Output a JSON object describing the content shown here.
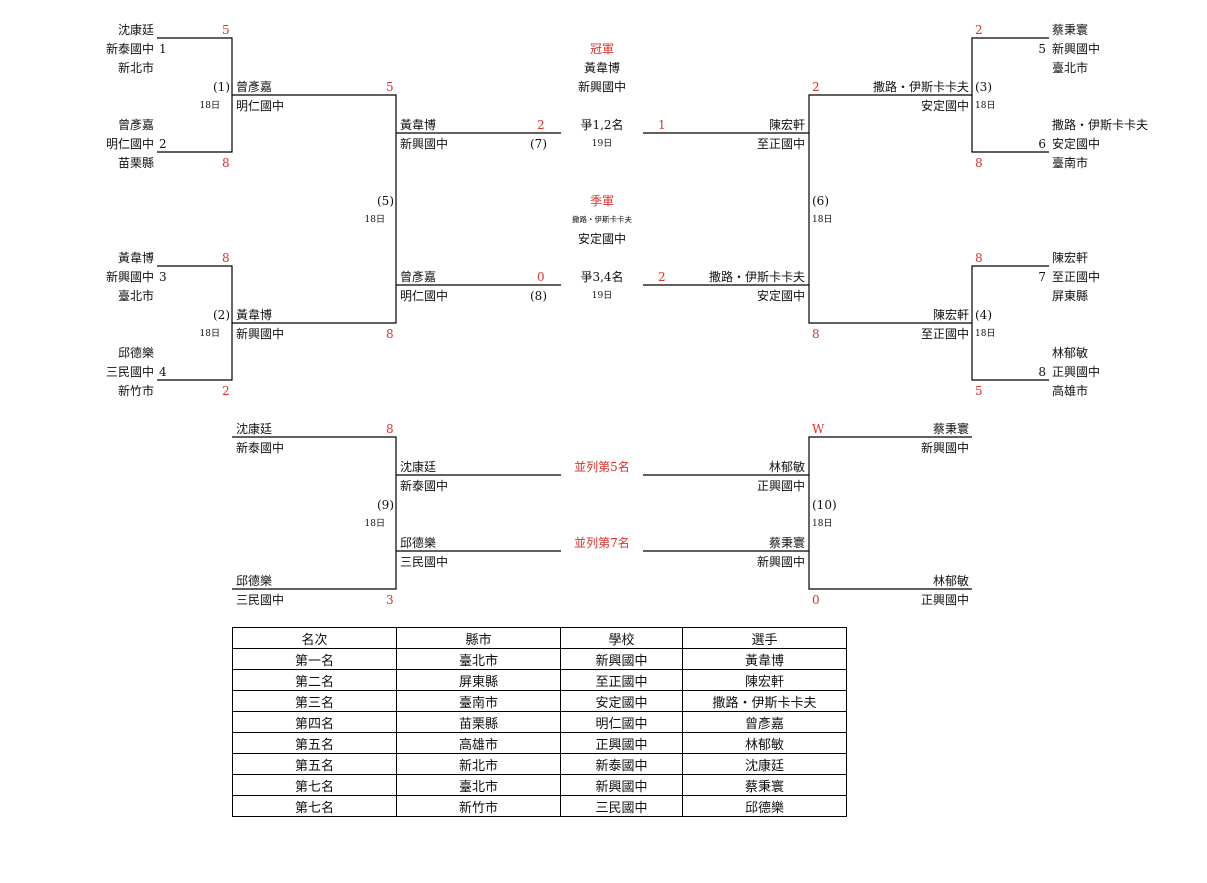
{
  "colors": {
    "line": "#000000",
    "red": "#e0302a"
  },
  "left": {
    "s1": {
      "name": "沈康廷",
      "school": "新泰國中",
      "city": "新北市",
      "seed": "1",
      "score": "5"
    },
    "s2": {
      "name": "曾彥嘉",
      "school": "明仁國中",
      "city": "苗栗縣",
      "seed": "2",
      "score": "8"
    },
    "s3": {
      "name": "黃韋博",
      "school": "新興國中",
      "city": "臺北市",
      "seed": "3",
      "score": "8"
    },
    "s4": {
      "name": "邱德樂",
      "school": "三民國中",
      "city": "新竹市",
      "seed": "4",
      "score": "2"
    },
    "m1": {
      "no": "(1)",
      "day": "18日",
      "name": "曾彥嘉",
      "school": "明仁國中",
      "score": "5"
    },
    "m2": {
      "no": "(2)",
      "day": "18日",
      "name": "黃韋博",
      "school": "新興國中",
      "score": "8"
    },
    "m5": {
      "no": "(5)",
      "day": "18日"
    },
    "f1": {
      "name": "黃韋博",
      "school": "新興國中",
      "score": "2",
      "no": "(7)"
    },
    "f2": {
      "name": "曾彥嘉",
      "school": "明仁國中",
      "score": "0",
      "no": "(8)"
    }
  },
  "right": {
    "s5": {
      "name": "蔡秉寰",
      "school": "新興國中",
      "city": "臺北市",
      "seed": "5",
      "score": "2"
    },
    "s6": {
      "name": "撒路‧伊斯卡卡夫",
      "school": "安定國中",
      "city": "臺南市",
      "seed": "6",
      "score": "8"
    },
    "s7": {
      "name": "陳宏軒",
      "school": "至正國中",
      "city": "屏東縣",
      "seed": "7",
      "score": "8"
    },
    "s8": {
      "name": "林郁敏",
      "school": "正興國中",
      "city": "高雄市",
      "seed": "8",
      "score": "5"
    },
    "m3": {
      "no": "(3)",
      "day": "18日",
      "name": "撒路‧伊斯卡卡夫",
      "school": "安定國中",
      "score": "2"
    },
    "m4": {
      "no": "(4)",
      "day": "18日",
      "name": "陳宏軒",
      "school": "至正國中",
      "score": "8"
    },
    "m6": {
      "no": "(6)",
      "day": "18日"
    },
    "f1": {
      "name": "陳宏軒",
      "school": "至正國中",
      "score": "1"
    },
    "f2": {
      "name": "撒路‧伊斯卡卡夫",
      "school": "安定國中",
      "score": "2"
    }
  },
  "center": {
    "champion_label": "冠軍",
    "champion_name": "黃韋博",
    "champion_school": "新興國中",
    "final_label": "爭1,2名",
    "final_day": "19日",
    "third_label": "季軍",
    "third_name": "撒路‧伊斯卡卡夫",
    "third_school": "安定國中",
    "third_match_label": "爭3,4名",
    "third_match_day": "19日"
  },
  "placement": {
    "m9": {
      "no": "(9)",
      "day": "18日",
      "a_name": "沈康廷",
      "a_school": "新泰國中",
      "a_score": "8",
      "b_name": "邱德樂",
      "b_school": "三民國中",
      "b_score": "3"
    },
    "m10": {
      "no": "(10)",
      "day": "18日",
      "a_name": "蔡秉寰",
      "a_school": "新興國中",
      "a_score": "W",
      "b_name": "林郁敏",
      "b_school": "正興國中",
      "b_score": "0"
    },
    "fifth_label": "並列第5名",
    "seventh_label": "並列第7名",
    "fifth_left_name": "沈康廷",
    "fifth_left_school": "新泰國中",
    "fifth_right_name": "林郁敏",
    "fifth_right_school": "正興國中",
    "seventh_left_name": "邱德樂",
    "seventh_left_school": "三民國中",
    "seventh_right_name": "蔡秉寰",
    "seventh_right_school": "新興國中"
  },
  "ranking": {
    "headers": [
      "名次",
      "縣市",
      "學校",
      "選手"
    ],
    "rows": [
      [
        "第一名",
        "臺北市",
        "新興國中",
        "黃韋博"
      ],
      [
        "第二名",
        "屏東縣",
        "至正國中",
        "陳宏軒"
      ],
      [
        "第三名",
        "臺南市",
        "安定國中",
        "撒路‧伊斯卡卡夫"
      ],
      [
        "第四名",
        "苗栗縣",
        "明仁國中",
        "曾彥嘉"
      ],
      [
        "第五名",
        "高雄市",
        "正興國中",
        "林郁敏"
      ],
      [
        "第五名",
        "新北市",
        "新泰國中",
        "沈康廷"
      ],
      [
        "第七名",
        "臺北市",
        "新興國中",
        "蔡秉寰"
      ],
      [
        "第七名",
        "新竹市",
        "三民國中",
        "邱德樂"
      ]
    ]
  }
}
